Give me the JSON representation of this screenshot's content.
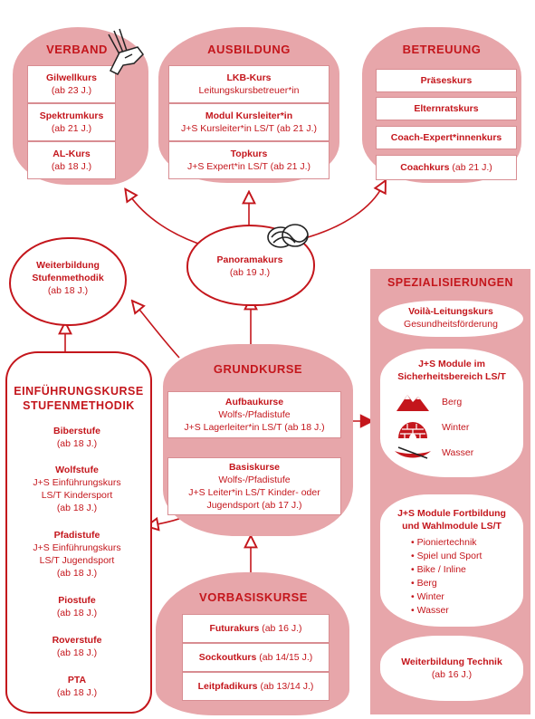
{
  "verband": {
    "title": "VERBAND",
    "items": [
      {
        "name": "Gilwellkurs",
        "detail": "(ab 23 J.)"
      },
      {
        "name": "Spektrumkurs",
        "detail": "(ab 21 J.)"
      },
      {
        "name": "AL-Kurs",
        "detail": "(ab 18 J.)"
      }
    ]
  },
  "ausbildung": {
    "title": "AUSBILDUNG",
    "items": [
      {
        "name": "LKB-Kurs",
        "detail": "Leitungskursbetreuer*in"
      },
      {
        "name": "Modul Kursleiter*in",
        "detail": "J+S Kursleiter*in LS/T (ab 21 J.)"
      },
      {
        "name": "Topkurs",
        "detail": "J+S Expert*in LS/T (ab 21 J.)"
      }
    ]
  },
  "betreuung": {
    "title": "BETREUUNG",
    "items": [
      {
        "name": "Präseskurs",
        "detail": ""
      },
      {
        "name": "Elternratskurs",
        "detail": ""
      },
      {
        "name": "Coach-Expert*innenkurs",
        "detail": ""
      },
      {
        "name": "Coachkurs",
        "detail": "(ab 21 J.)"
      }
    ]
  },
  "panorama": {
    "name": "Panoramakurs",
    "detail": "(ab 19 J.)"
  },
  "weiterbildung_stufenmethodik": {
    "line1": "Weiterbildung",
    "line2": "Stufenmethodik",
    "detail": "(ab 18 J.)"
  },
  "grundkurse": {
    "title": "GRUNDKURSE",
    "aufbau": {
      "name": "Aufbaukurse",
      "line1": "Wolfs-/Pfadistufe",
      "line2": "J+S Lagerleiter*in LS/T (ab 18 J.)"
    },
    "basis": {
      "name": "Basiskurse",
      "line1": "Wolfs-/Pfadistufe",
      "line2": "J+S Leiter*in LS/T Kinder- oder",
      "line3": "Jugendsport (ab 17 J.)"
    }
  },
  "einfuehrung": {
    "title1": "EINFÜHRUNGSKURSE",
    "title2": "STUFENMETHODIK",
    "biber": {
      "name": "Biberstufe",
      "detail": "(ab 18 J.)"
    },
    "wolf": {
      "name": "Wolfstufe",
      "l1": "J+S Einführungskurs",
      "l2": "LS/T Kindersport",
      "detail": "(ab 18 J.)"
    },
    "pfadi": {
      "name": "Pfadistufe",
      "l1": "J+S Einführungskurs",
      "l2": "LS/T Jugendsport",
      "detail": "(ab 18 J.)"
    },
    "pio": {
      "name": "Piostufe",
      "detail": "(ab 18 J.)"
    },
    "rover": {
      "name": "Roverstufe",
      "detail": "(ab 18 J.)"
    },
    "pta": {
      "name": "PTA",
      "detail": "(ab 18 J.)"
    }
  },
  "vorbasis": {
    "title": "VORBASISKURSE",
    "items": [
      {
        "name": "Futurakurs",
        "detail": "(ab 16 J.)"
      },
      {
        "name": "Sockoutkurs",
        "detail": "(ab 14/15 J.)"
      },
      {
        "name": "Leitpfadikurs",
        "detail": "(ab 13/14 J.)"
      }
    ]
  },
  "spezialisierungen": {
    "title": "SPEZIALISIERUNGEN",
    "voila": {
      "name": "Voilà-Leitungskurs",
      "detail": "Gesundheitsförderung"
    },
    "sicherheit": {
      "title1": "J+S Module im",
      "title2": "Sicherheitsbereich LS/T",
      "berg": "Berg",
      "winter": "Winter",
      "wasser": "Wasser"
    },
    "fortbildung": {
      "title1": "J+S Module Fortbildung",
      "title2": "und Wahlmodule LS/T",
      "items": [
        "Pioniertechnik",
        "Spiel und Sport",
        "Bike / Inline",
        "Berg",
        "Winter",
        "Wasser"
      ]
    },
    "technik": {
      "name": "Weiterbildung Technik",
      "detail": "(ab 16 J.)"
    }
  },
  "colors": {
    "accent": "#c4161c",
    "blob": "#e7a6aa"
  }
}
